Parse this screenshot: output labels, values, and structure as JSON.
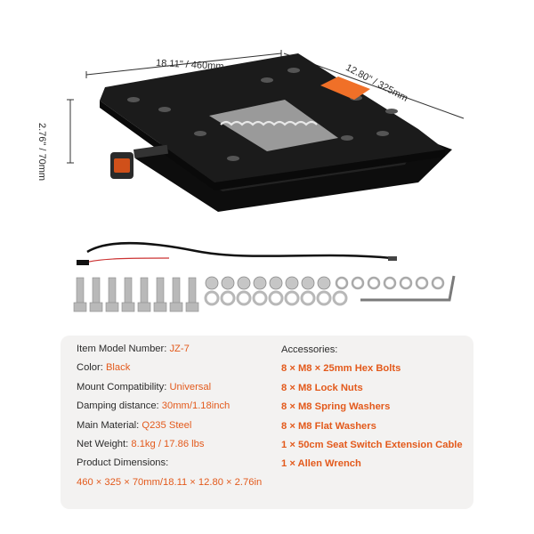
{
  "dimensions": {
    "width": "18.11\" / 460mm",
    "depth": "12.80\" / 325mm",
    "height": "2.76\" / 70mm"
  },
  "specs": [
    {
      "label": "Item Model Number: ",
      "value": "JZ-7"
    },
    {
      "label": "Color: ",
      "value": "Black"
    },
    {
      "label": "Mount Compatibility: ",
      "value": "Universal"
    },
    {
      "label": "Damping distance: ",
      "value": "30mm/1.18inch"
    },
    {
      "label": "Main Material: ",
      "value": "Q235 Steel"
    },
    {
      "label": "Net Weight: ",
      "value": "8.1kg / 17.86 lbs"
    },
    {
      "label": "Product Dimensions:",
      "value": ""
    },
    {
      "label": "",
      "value": "460 × 325 × 70mm/18.11 × 12.80 × 2.76in"
    }
  ],
  "accessories": {
    "title": "Accessories:",
    "items": [
      "8 × M8 × 25mm Hex Bolts",
      "8 × M8 Lock Nuts",
      "8 × M8 Spring Washers",
      "8 × M8 Flat Washers",
      "1 × 50cm Seat Switch Extension Cable",
      "1 × Allen Wrench"
    ]
  },
  "colors": {
    "accent": "#e35a1c",
    "plate": "#1b1b1b",
    "panel": "#f3f2f1"
  }
}
